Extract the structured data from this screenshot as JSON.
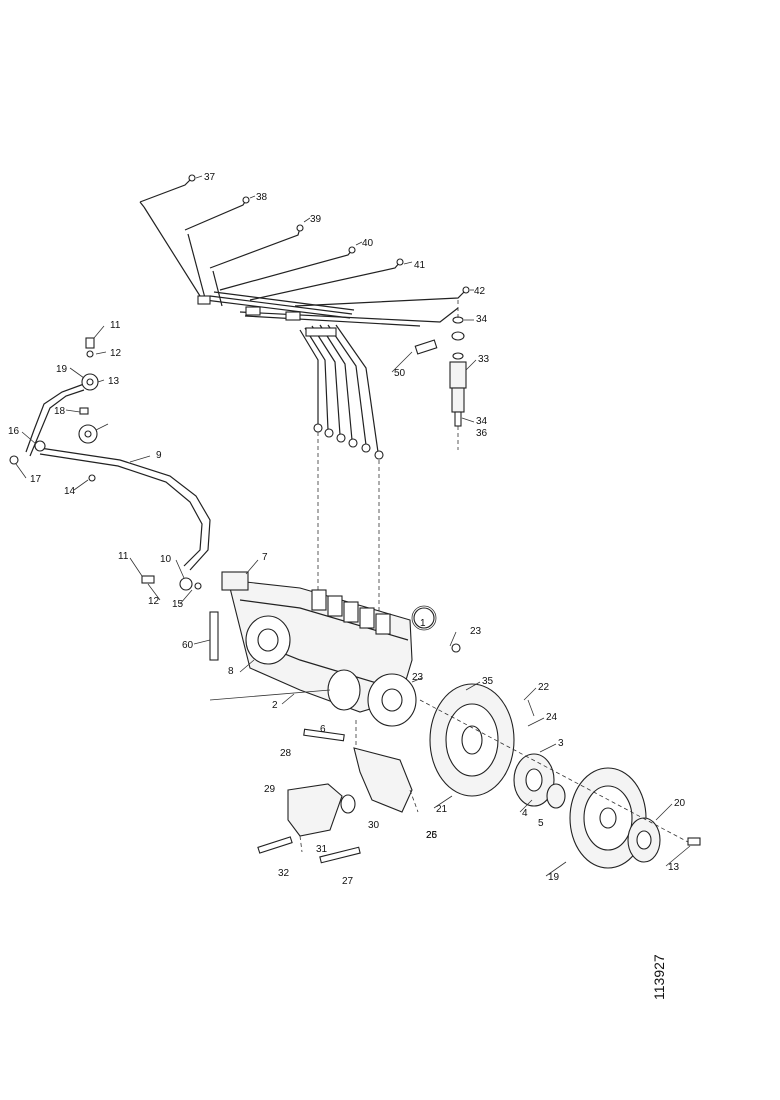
{
  "drawing_number": "113927",
  "callouts": [
    {
      "id": "c1",
      "text": "1"
    },
    {
      "id": "c2",
      "text": "2"
    },
    {
      "id": "c3",
      "text": "3"
    },
    {
      "id": "c4",
      "text": "4"
    },
    {
      "id": "c5",
      "text": "5"
    },
    {
      "id": "c6",
      "text": "6"
    },
    {
      "id": "c7",
      "text": "7"
    },
    {
      "id": "c8",
      "text": "8"
    },
    {
      "id": "c9",
      "text": "9"
    },
    {
      "id": "c10",
      "text": "10"
    },
    {
      "id": "c11a",
      "text": "11"
    },
    {
      "id": "c11b",
      "text": "11"
    },
    {
      "id": "c12a",
      "text": "12"
    },
    {
      "id": "c12b",
      "text": "12"
    },
    {
      "id": "c13a",
      "text": "13"
    },
    {
      "id": "c13b",
      "text": "13"
    },
    {
      "id": "c14",
      "text": "14"
    },
    {
      "id": "c15",
      "text": "15"
    },
    {
      "id": "c16",
      "text": "16"
    },
    {
      "id": "c17",
      "text": "17"
    },
    {
      "id": "c18",
      "text": "18"
    },
    {
      "id": "c19a",
      "text": "19"
    },
    {
      "id": "c19b",
      "text": "19"
    },
    {
      "id": "c20",
      "text": "20"
    },
    {
      "id": "c21",
      "text": "21"
    },
    {
      "id": "c22",
      "text": "22"
    },
    {
      "id": "c23a",
      "text": "23"
    },
    {
      "id": "c23b",
      "text": "23"
    },
    {
      "id": "c24",
      "text": "24"
    },
    {
      "id": "c25",
      "text": "25"
    },
    {
      "id": "c26",
      "text": "26"
    },
    {
      "id": "c27",
      "text": "27"
    },
    {
      "id": "c28",
      "text": "28"
    },
    {
      "id": "c29",
      "text": "29"
    },
    {
      "id": "c30",
      "text": "30"
    },
    {
      "id": "c31",
      "text": "31"
    },
    {
      "id": "c32",
      "text": "32"
    },
    {
      "id": "c33",
      "text": "33"
    },
    {
      "id": "c34a",
      "text": "34"
    },
    {
      "id": "c34b",
      "text": "34"
    },
    {
      "id": "c35",
      "text": "35"
    },
    {
      "id": "c36",
      "text": "36"
    },
    {
      "id": "c37",
      "text": "37"
    },
    {
      "id": "c38",
      "text": "38"
    },
    {
      "id": "c39",
      "text": "39"
    },
    {
      "id": "c40",
      "text": "40"
    },
    {
      "id": "c41",
      "text": "41"
    },
    {
      "id": "c42",
      "text": "42"
    },
    {
      "id": "c50",
      "text": "50"
    },
    {
      "id": "c60",
      "text": "60"
    }
  ]
}
